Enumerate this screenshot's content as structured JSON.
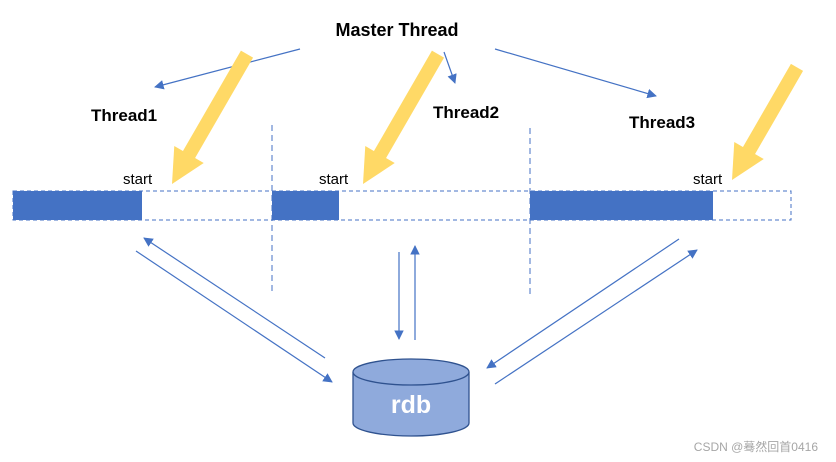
{
  "labels": {
    "master": "Master Thread",
    "thread1": "Thread1",
    "thread2": "Thread2",
    "thread3": "Thread3",
    "start": "start",
    "db": "rdb",
    "watermark": "CSDN @蓦然回首0416"
  },
  "colors": {
    "segment_fill": "#4472C4",
    "arrow_line": "#4472C4",
    "pointer_fill": "#FFD966",
    "db_fill": "#8FAADC",
    "db_stroke": "#2F528F",
    "watermark": "#A6A6A6"
  }
}
